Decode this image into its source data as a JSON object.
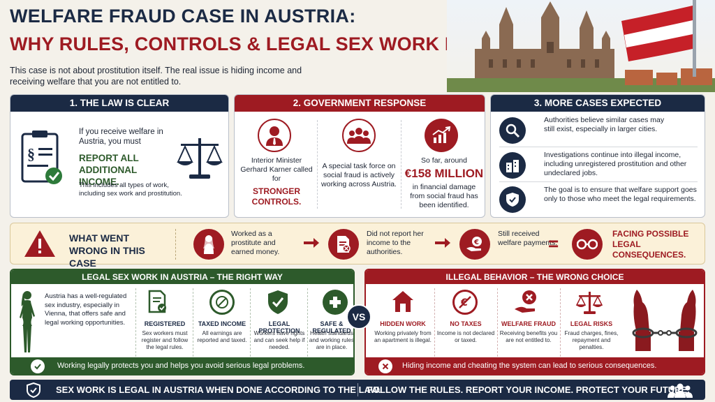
{
  "header": {
    "title_line1": "WELFARE FRAUD CASE IN AUSTRIA:",
    "title_line2": "WHY RULES, CONTROLS & LEGAL SEX WORK MATTER",
    "intro": "This case is not about prostitution itself. The real issue is hiding income and receiving welfare that you are not entitled to."
  },
  "law": {
    "heading": "1. THE LAW IS CLEAR",
    "text": "If you receive welfare in Austria, you must",
    "highlight": "REPORT ALL ADDITIONAL INCOME.",
    "note": "This includes all types of work, including sex work and prostitution."
  },
  "gov": {
    "heading": "2. GOVERNMENT RESPONSE",
    "col1_text": "Interior Minister Gerhard Karner called for",
    "col1_highlight": "STRONGER CONTROLS.",
    "col2_text": "A special task force on social fraud is actively working across Austria.",
    "col3_pre": "So far, around",
    "col3_amount": "€158 MILLION",
    "col3_post": "in financial damage from social fraud has been identified."
  },
  "cases": {
    "heading": "3. MORE CASES EXPECTED",
    "items": [
      "Authorities believe similar cases may still exist, especially in larger cities.",
      "Investigations continue into illegal income, including unregistered prostitution and other undeclared jobs.",
      "The goal is to ensure that welfare support goes only to those who meet the legal requirements."
    ]
  },
  "wrong": {
    "title": "WHAT WENT WRONG IN THIS CASE",
    "step1": "Worked as a prostitute and earned money.",
    "step2": "Did not report her income to the authorities.",
    "step3": "Still received welfare payments.",
    "equals": "=",
    "result": "FACING POSSIBLE LEGAL CONSEQUENCES."
  },
  "legal": {
    "heading": "LEGAL SEX WORK IN AUSTRIA – THE RIGHT WAY",
    "intro": "Austria has a well-regulated sex industry, especially in Vienna, that offers safe and legal working opportunities.",
    "items": [
      {
        "title": "REGISTERED",
        "text": "Sex workers must register and follow the legal rules."
      },
      {
        "title": "TAXED INCOME",
        "text": "All earnings are reported and taxed."
      },
      {
        "title": "LEGAL PROTECTION",
        "text": "Workers have rights and can seek help if needed."
      },
      {
        "title": "SAFE & REGULATED",
        "text": "Health standards and working rules are in place."
      }
    ],
    "footer": "Working legally protects you and helps you avoid serious legal problems."
  },
  "vs": "VS",
  "illegal": {
    "heading": "ILLEGAL BEHAVIOR – THE WRONG CHOICE",
    "items": [
      {
        "title": "HIDDEN WORK",
        "text": "Working privately from an apartment is illegal."
      },
      {
        "title": "NO TAXES",
        "text": "Income is not declared or taxed."
      },
      {
        "title": "WELFARE FRAUD",
        "text": "Receiving benefits you are not entitled to."
      },
      {
        "title": "LEGAL RISKS",
        "text": "Fraud charges, fines, repayment and penalties."
      }
    ],
    "footer": "Hiding income and cheating the system can lead to serious consequences."
  },
  "footer": {
    "left": "SEX WORK IS LEGAL IN AUSTRIA WHEN DONE ACCORDING TO THE LAW.",
    "right": "FOLLOW THE RULES. REPORT YOUR INCOME. PROTECT YOUR FUTURE."
  },
  "colors": {
    "navy": "#1b2a44",
    "red": "#9e1b22",
    "green": "#2d5a2b",
    "cream": "#fbf1d9"
  }
}
